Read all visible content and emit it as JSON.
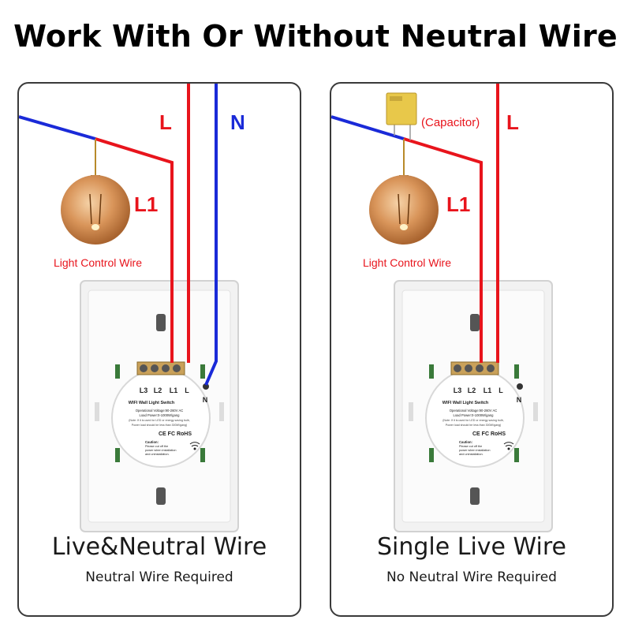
{
  "title": "Work With Or Without Neutral Wire",
  "colors": {
    "live": "#e8141c",
    "neutral": "#1a2ad8",
    "wire_label": "#e8141c",
    "neutral_label": "#1a2ad8"
  },
  "left_panel": {
    "label_L": "L",
    "label_N": "N",
    "label_L1": "L1",
    "bulb_caption": "Light Control Wire",
    "caption": "Live&Neutral Wire",
    "subcaption": "Neutral Wire Required"
  },
  "right_panel": {
    "label_capacitor": "(Capacitor)",
    "label_L": "L",
    "label_L1": "L1",
    "bulb_caption": "Light Control Wire",
    "caption": "Single Live Wire",
    "subcaption": "No Neutral Wire Required"
  },
  "switch_module": {
    "terminals": [
      "L3",
      "L2",
      "L1",
      "L"
    ],
    "n_terminal": "N",
    "product": "WIFI Wall Light Switch",
    "voltage": "Operational Voltage:90-260V AC",
    "power": "Load Power:0-1000W/gang",
    "note": "(Note: If it is used for LED or energy saving bulb,",
    "note2": "Power load should be less than 300W/gang)",
    "certs": "CE FC RoHS",
    "caution_title": "Caution:",
    "caution_1": "Please cut off the",
    "caution_2": "power when installation",
    "caution_3": "and uninstallation."
  }
}
